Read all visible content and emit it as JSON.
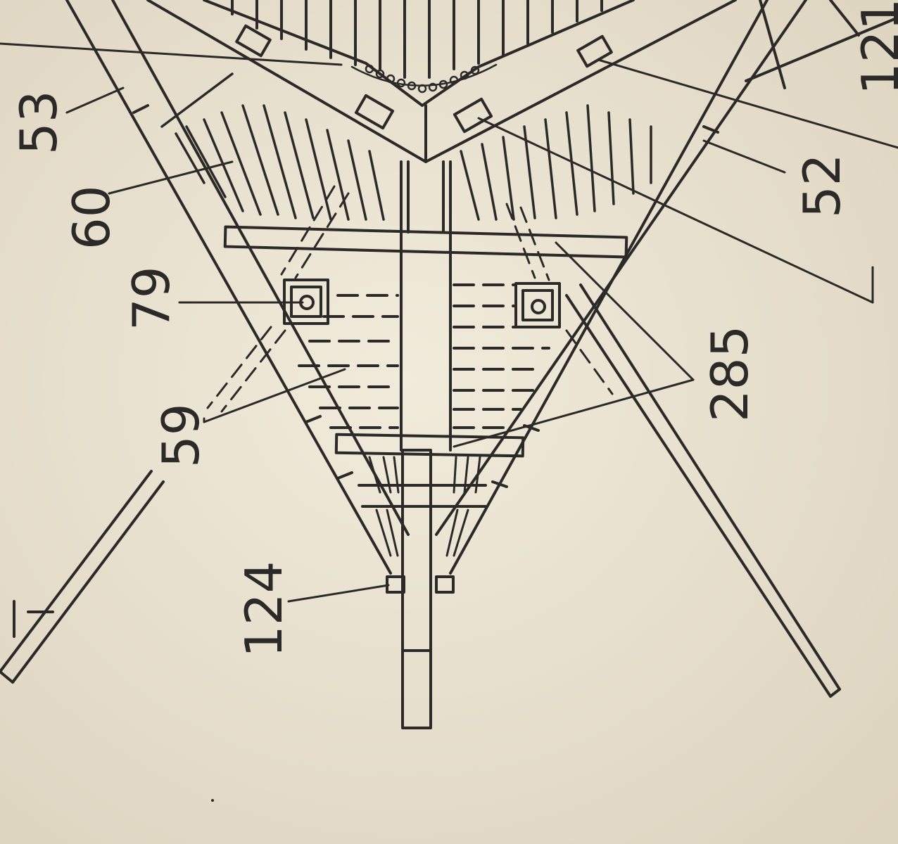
{
  "figure": {
    "orientation": "rotated-90-ccw",
    "callouts": [
      {
        "id": "c53",
        "text": "53"
      },
      {
        "id": "c60",
        "text": "60"
      },
      {
        "id": "c79",
        "text": "79"
      },
      {
        "id": "c59",
        "text": "59"
      },
      {
        "id": "c124",
        "text": "124"
      },
      {
        "id": "c285",
        "text": "285"
      },
      {
        "id": "c52",
        "text": "52"
      },
      {
        "id": "c121",
        "text": "121"
      }
    ]
  },
  "colors": {
    "paper": "#ece5d3",
    "ink": "#2b2a28"
  }
}
